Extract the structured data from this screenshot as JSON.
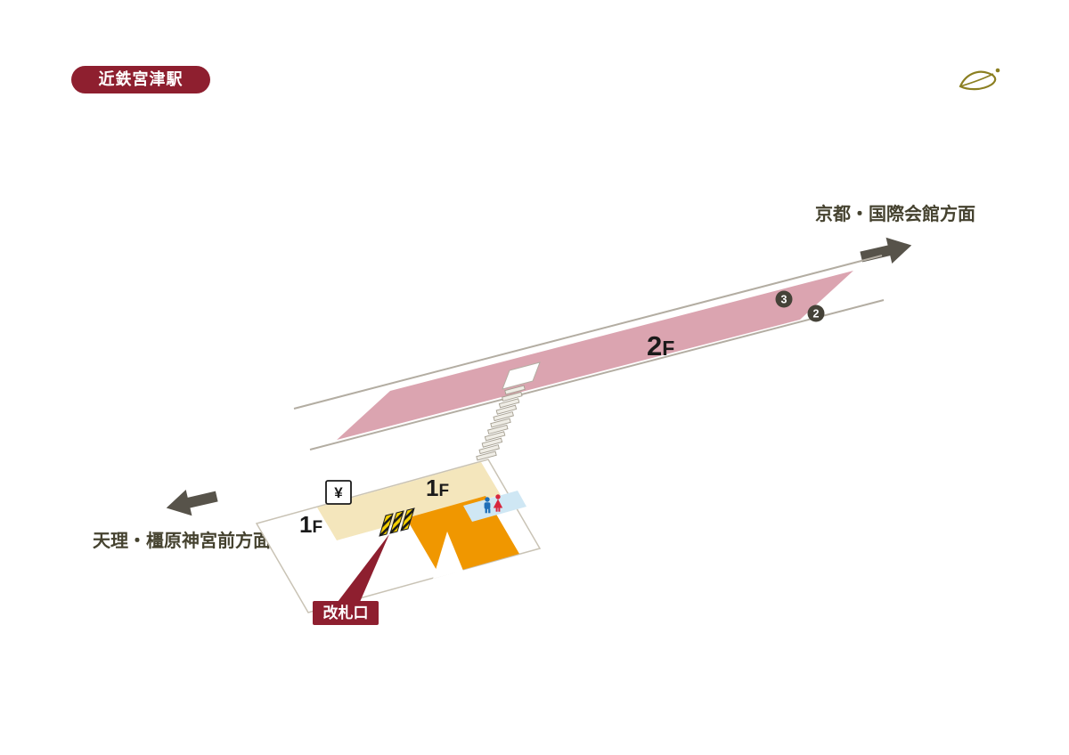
{
  "header": {
    "station_badge": "近鉄宮津駅"
  },
  "directions": {
    "kyoto_label": "京都・国際会館方面",
    "tenri_label": "天理・橿原神宮前方面"
  },
  "map": {
    "platform": {
      "floor_num": "2",
      "floor_suffix": "F"
    },
    "concourse": {
      "floor_num": "1",
      "floor_suffix": "F"
    },
    "west_area": {
      "floor_num": "1",
      "floor_suffix": "F"
    },
    "track_numbers": [
      {
        "value": "3"
      },
      {
        "value": "2"
      }
    ],
    "ticket_gate_label": "改札口",
    "ticket_machine_label": "¥"
  },
  "colors": {
    "brand_red": "#8e1f2f",
    "platform_pink": "#dba4b0",
    "concourse_cream": "#f4e6bc",
    "shop_orange": "#f09700",
    "restroom_blue": "#cfe7f4",
    "restroom_male_blue": "#1f6fb8",
    "restroom_female_red": "#d7263d",
    "gate_yellow": "#f6d000",
    "arrow_gray": "#57534a",
    "text_olive": "#45422f",
    "track_gray": "#b3ada2",
    "badge_dark": "#454238",
    "logo_olive": "#8b7f21"
  }
}
